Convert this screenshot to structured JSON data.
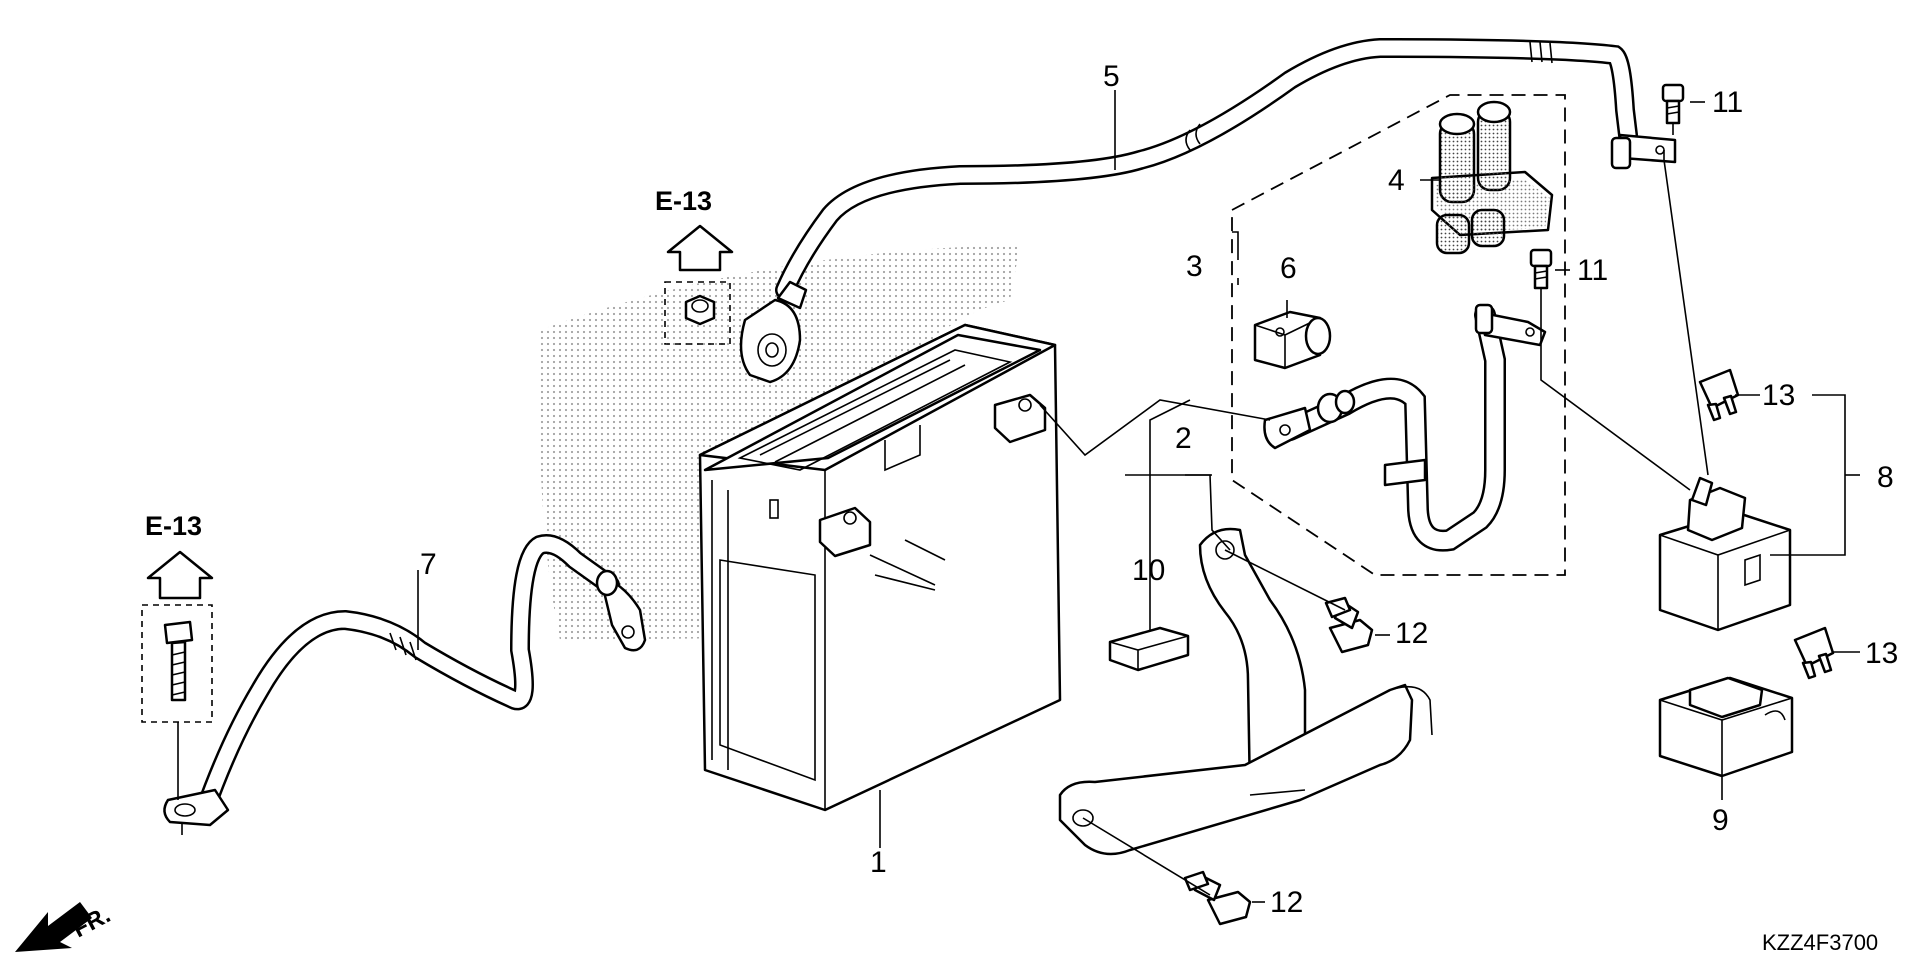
{
  "diagram": {
    "part_numbers": [
      "1",
      "2",
      "3",
      "4",
      "5",
      "6",
      "7",
      "8",
      "9",
      "10",
      "11",
      "11",
      "12",
      "12",
      "13",
      "13"
    ],
    "reference_labels": [
      "E-13",
      "E-13"
    ],
    "direction_label": "FR.",
    "drawing_code": "KZZ4F3700",
    "colors": {
      "line": "#000000",
      "background": "#ffffff",
      "stipple": "#555555"
    }
  }
}
